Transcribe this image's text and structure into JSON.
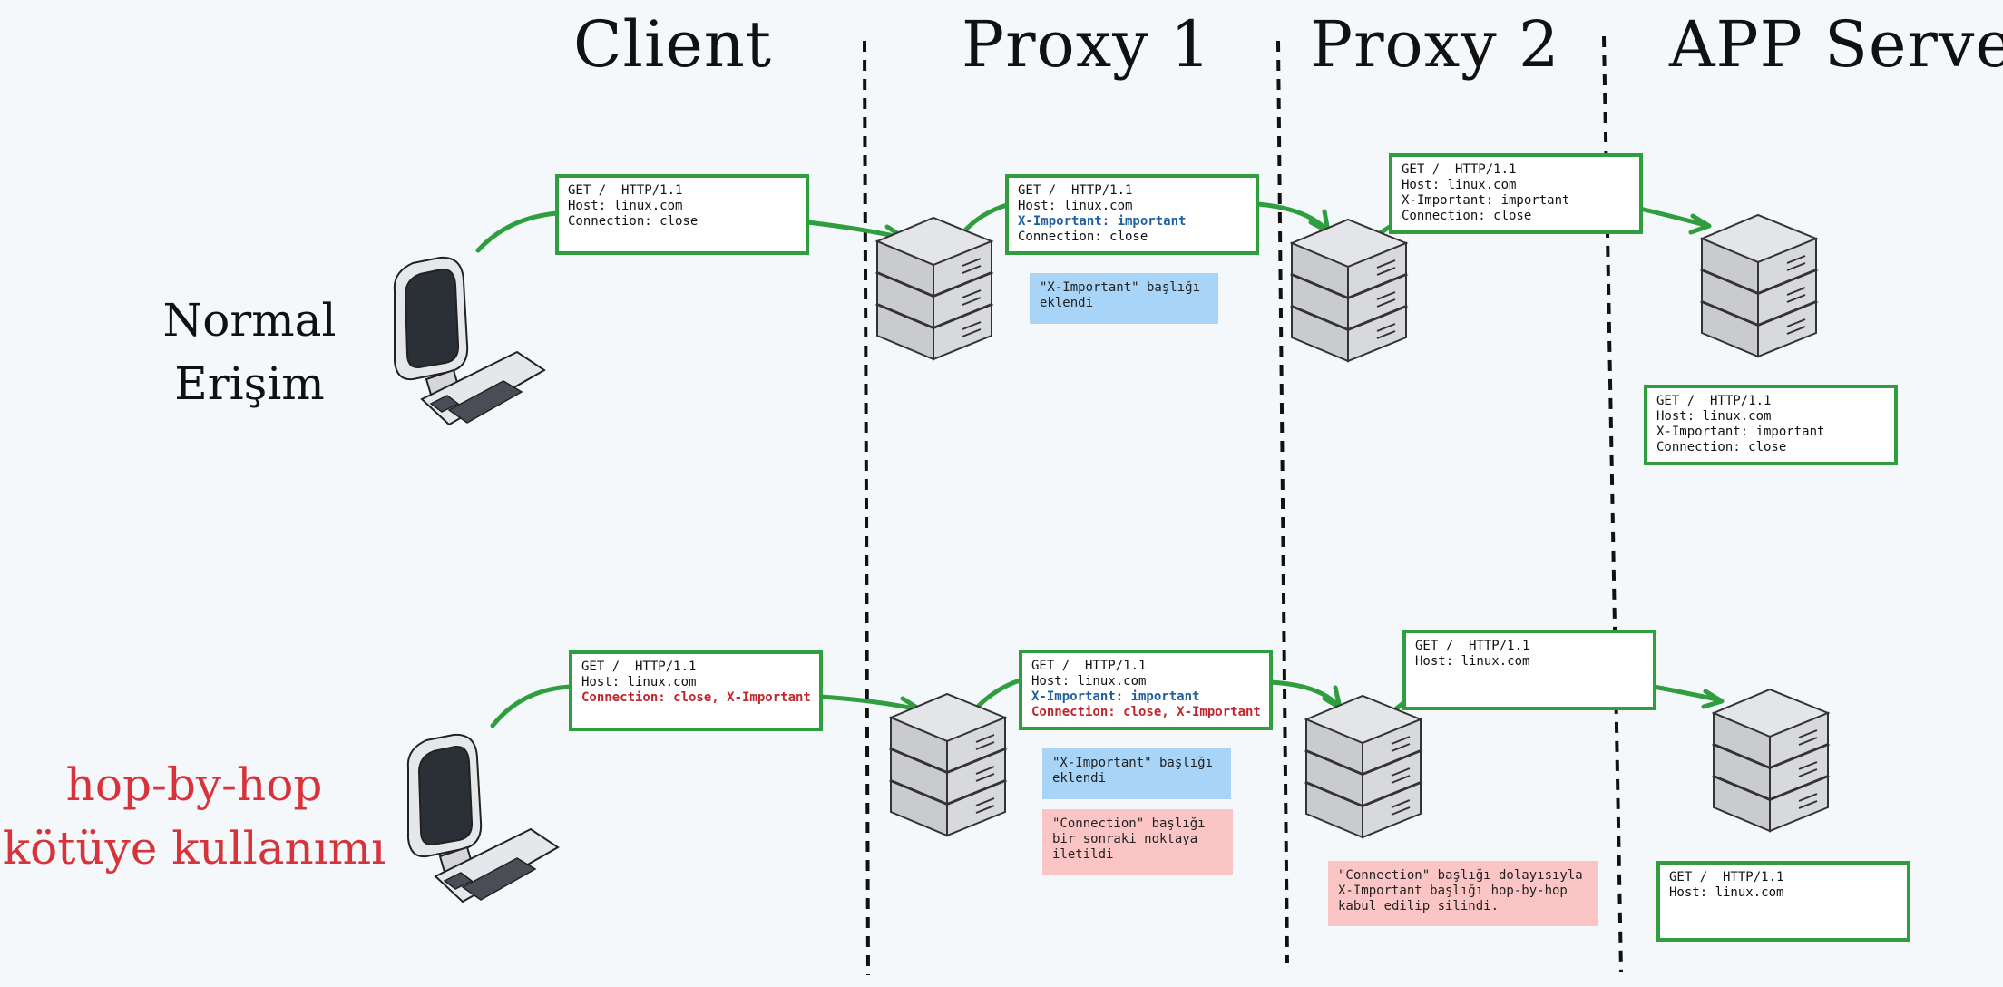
{
  "columns": [
    "Client",
    "Proxy 1",
    "Proxy 2",
    "APP Server"
  ],
  "rows": [
    {
      "label_lines": [
        "Normal",
        "Erişim"
      ],
      "color": "#111111"
    },
    {
      "label_lines": [
        "hop-by-hop",
        "kötüye kullanımı"
      ],
      "color": "#d6333a"
    }
  ],
  "top": {
    "client_req": [
      "GET /  HTTP/1.1",
      "Host: linux.com",
      "Connection: close"
    ],
    "proxy1_req": [
      "GET /  HTTP/1.1",
      "Host: linux.com",
      "X-Important: important",
      "Connection: close"
    ],
    "proxy1_note": [
      "\"X-Important\" başlığı",
      "eklendi"
    ],
    "proxy2_req": [
      "GET /  HTTP/1.1",
      "Host: linux.com",
      "X-Important: important",
      "Connection: close"
    ],
    "server_req": [
      "GET /  HTTP/1.1",
      "Host: linux.com",
      "X-Important: important",
      "Connection: close"
    ]
  },
  "bottom": {
    "client_req": [
      "GET /  HTTP/1.1",
      "Host: linux.com",
      "Connection: close, X-Important"
    ],
    "proxy1_req": [
      "GET /  HTTP/1.1",
      "Host: linux.com",
      "X-Important: important",
      "Connection: close, X-Important"
    ],
    "proxy1_note_blue": [
      "\"X-Important\" başlığı",
      "eklendi"
    ],
    "proxy1_note_red": [
      "\"Connection\" başlığı",
      "bir sonraki noktaya",
      "iletildi"
    ],
    "proxy2_req": [
      "GET /  HTTP/1.1",
      "Host: linux.com"
    ],
    "proxy2_note_red": [
      "\"Connection\" başlığı dolayısıyla",
      "X-Important başlığı hop-by-hop",
      "kabul edilip silindi."
    ],
    "server_req": [
      "GET /  HTTP/1.1",
      "Host: linux.com"
    ]
  },
  "colors": {
    "arrow": "#2e9e3e",
    "note_blue": "#a8d4f7",
    "note_red": "#fbc5c5",
    "highlight_blue": "#1f5fa0",
    "highlight_red": "#c0262d"
  },
  "icons": [
    "desktop-computer-icon",
    "server-stack-icon"
  ]
}
